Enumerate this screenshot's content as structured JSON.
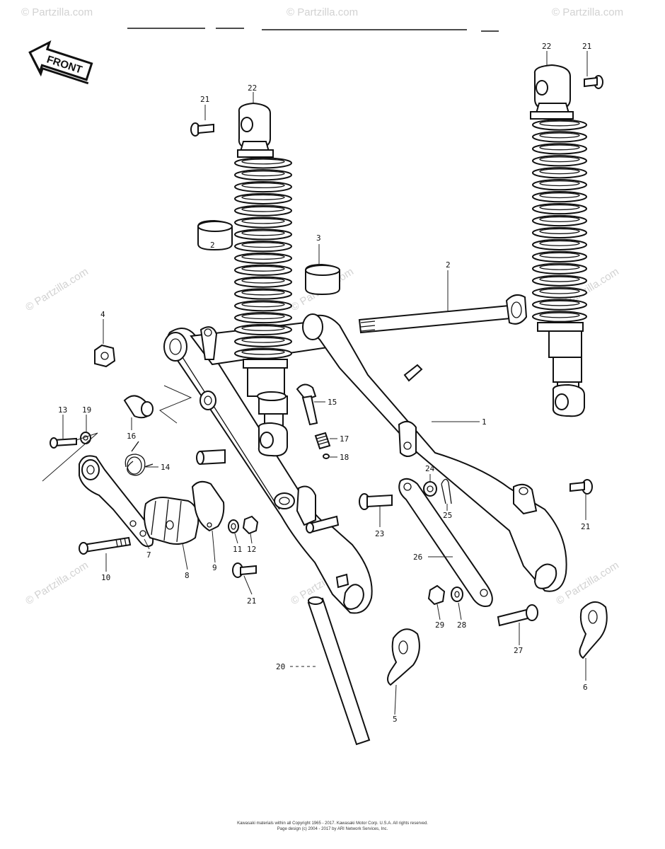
{
  "diagram": {
    "orientation_label": "FRONT",
    "watermark": "© Partzilla.com",
    "footer": {
      "line1": "Kawasaki materials within all Copyright 1965 - 2017. Kawasaki Motor Corp. U.S.A. All rights reserved.",
      "line2": "Page design (c) 2004 - 2017 by ARI Network Services, Inc."
    },
    "callouts": [
      {
        "id": "1",
        "text": "1"
      },
      {
        "id": "2a",
        "text": "2"
      },
      {
        "id": "2b",
        "text": "2"
      },
      {
        "id": "3",
        "text": "3"
      },
      {
        "id": "4",
        "text": "4"
      },
      {
        "id": "5",
        "text": "5"
      },
      {
        "id": "6",
        "text": "6"
      },
      {
        "id": "7",
        "text": "7"
      },
      {
        "id": "8",
        "text": "8"
      },
      {
        "id": "9",
        "text": "9"
      },
      {
        "id": "10",
        "text": "10"
      },
      {
        "id": "11",
        "text": "11"
      },
      {
        "id": "12",
        "text": "12"
      },
      {
        "id": "13",
        "text": "13"
      },
      {
        "id": "14",
        "text": "14"
      },
      {
        "id": "15",
        "text": "15"
      },
      {
        "id": "16",
        "text": "16"
      },
      {
        "id": "17",
        "text": "17"
      },
      {
        "id": "18",
        "text": "18"
      },
      {
        "id": "19",
        "text": "19"
      },
      {
        "id": "20",
        "text": "20"
      },
      {
        "id": "21a",
        "text": "21"
      },
      {
        "id": "21b",
        "text": "21"
      },
      {
        "id": "21c",
        "text": "21"
      },
      {
        "id": "21d",
        "text": "21"
      },
      {
        "id": "22a",
        "text": "22"
      },
      {
        "id": "22b",
        "text": "22"
      },
      {
        "id": "23",
        "text": "23"
      },
      {
        "id": "24",
        "text": "24"
      },
      {
        "id": "25",
        "text": "25"
      },
      {
        "id": "26",
        "text": "26"
      },
      {
        "id": "27",
        "text": "27"
      },
      {
        "id": "28",
        "text": "28"
      },
      {
        "id": "29",
        "text": "29"
      }
    ]
  }
}
